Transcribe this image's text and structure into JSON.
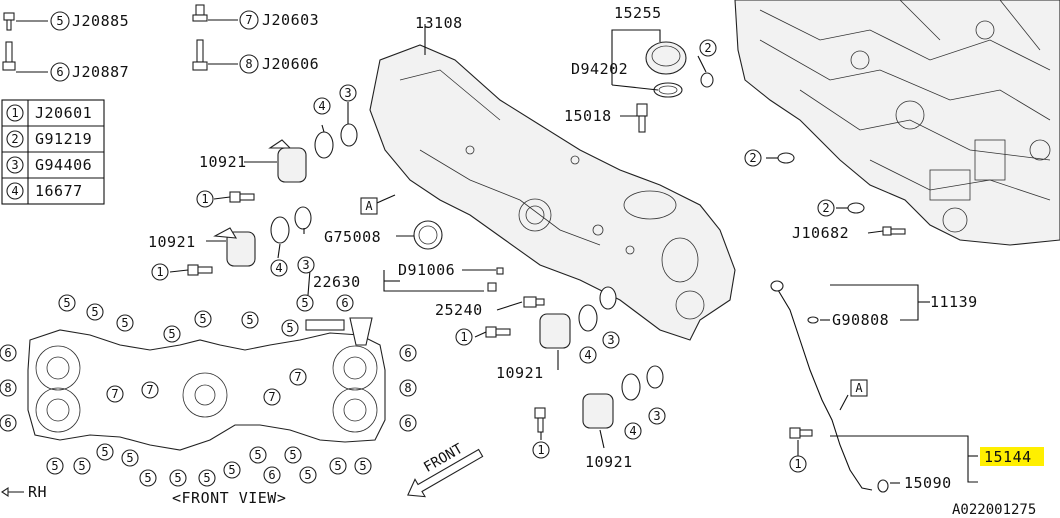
{
  "legend_top": {
    "item5": {
      "num": "5",
      "code": "J20885"
    },
    "item6": {
      "num": "6",
      "code": "J20887"
    },
    "item7": {
      "num": "7",
      "code": "J20603"
    },
    "item8": {
      "num": "8",
      "code": "J20606"
    }
  },
  "legend_table": [
    {
      "num": "1",
      "code": "J20601"
    },
    {
      "num": "2",
      "code": "G91219"
    },
    {
      "num": "3",
      "code": "G94406"
    },
    {
      "num": "4",
      "code": "16677"
    }
  ],
  "parts": {
    "cover": "13108",
    "cap": "15255",
    "cap_seal": "D94202",
    "sensor_top": "15018",
    "solenoid": "10921",
    "seal_front": "G75008",
    "plug_a": "22630",
    "plug_b": "D91006",
    "sensor_oil": "25240",
    "gauge_guide": "11139",
    "oring_gauge": "G90808",
    "gauge_assy": "15144",
    "gauge": "15090",
    "bolt_right": "J10682"
  },
  "reference_mark": "A",
  "front_view_label": "<FRONT VIEW>",
  "rh_label": "RH",
  "front_arrow_label": "FRONT",
  "diagram_code": "A022001275",
  "highlight_color": "#ffef00"
}
